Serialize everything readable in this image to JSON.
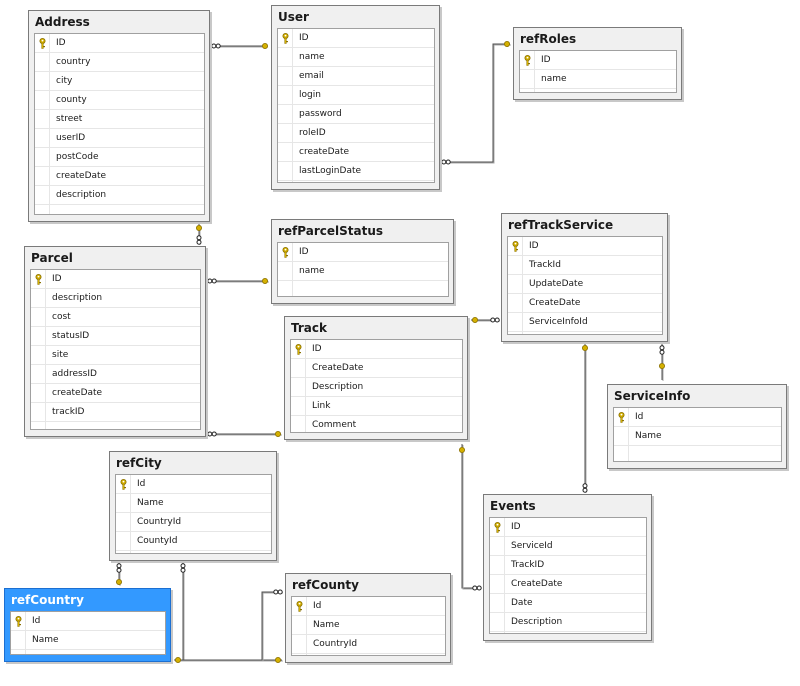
{
  "colors": {
    "background": "#ffffff",
    "table_fill": "#f0f0f0",
    "table_border": "#7a7a7a",
    "selected_fill": "#3399ff",
    "key_icon": "#d4b000",
    "connector": "#505050"
  },
  "icons": {
    "primary_key": "key-icon"
  },
  "tables": [
    {
      "name": "Address",
      "columns": [
        "ID",
        "country",
        "city",
        "county",
        "street",
        "userID",
        "postCode",
        "createDate",
        "description"
      ]
    },
    {
      "name": "User",
      "columns": [
        "ID",
        "name",
        "email",
        "login",
        "password",
        "roleID",
        "createDate",
        "lastLoginDate"
      ]
    },
    {
      "name": "refRoles",
      "columns": [
        "ID",
        "name"
      ]
    },
    {
      "name": "Parcel",
      "columns": [
        "ID",
        "description",
        "cost",
        "statusID",
        "site",
        "addressID",
        "createDate",
        "trackID"
      ]
    },
    {
      "name": "refParcelStatus",
      "columns": [
        "ID",
        "name"
      ]
    },
    {
      "name": "refTrackService",
      "columns": [
        "ID",
        "TrackId",
        "UpdateDate",
        "CreateDate",
        "ServiceInfoId"
      ]
    },
    {
      "name": "Track",
      "columns": [
        "ID",
        "CreateDate",
        "Description",
        "Link",
        "Comment"
      ]
    },
    {
      "name": "ServiceInfo",
      "columns": [
        "Id",
        "Name"
      ]
    },
    {
      "name": "refCity",
      "columns": [
        "Id",
        "Name",
        "CountryId",
        "CountyId"
      ]
    },
    {
      "name": "Events",
      "columns": [
        "ID",
        "ServiceId",
        "TrackID",
        "CreateDate",
        "Date",
        "Description"
      ]
    },
    {
      "name": "refCountry",
      "columns": [
        "Id",
        "Name"
      ],
      "selected": true
    },
    {
      "name": "refCounty",
      "columns": [
        "Id",
        "Name",
        "CountryId"
      ]
    }
  ]
}
